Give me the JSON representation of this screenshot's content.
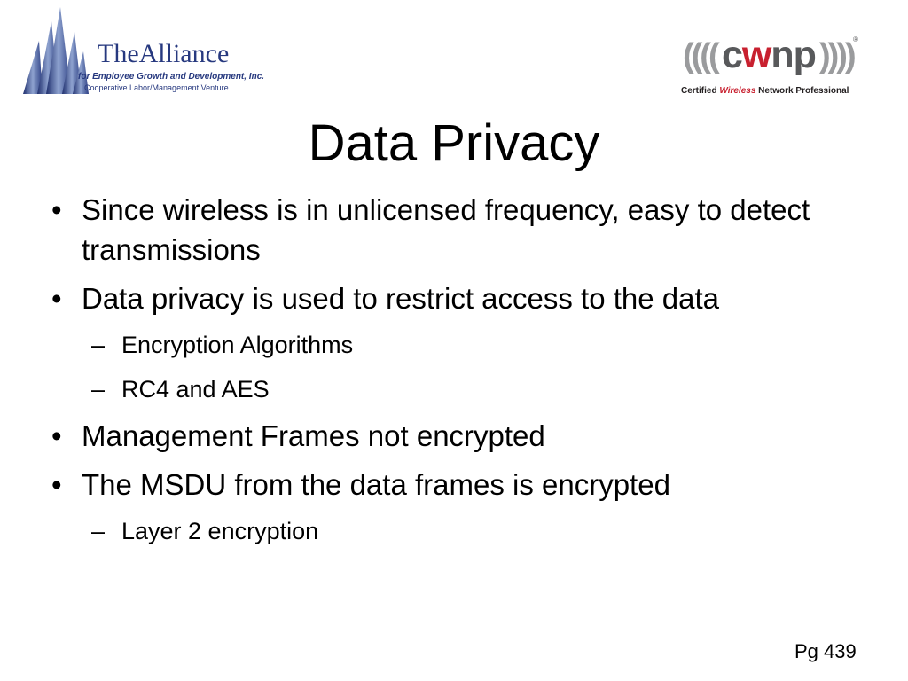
{
  "slide": {
    "title": "Data Privacy",
    "page_number": "Pg 439"
  },
  "logos": {
    "left": {
      "name": "TheAlliance",
      "subtitle1": "for Employee Growth and Development, Inc.",
      "subtitle2": "Cooperative Labor/Management Venture",
      "color": "#27397f",
      "icon": "tower-icon"
    },
    "right": {
      "prefix": "c",
      "accent": "w",
      "suffix": "np",
      "waves_left": "((((",
      "waves_right": "))))",
      "registered": "®",
      "tagline_pre": "Certified ",
      "tagline_accent": "Wireless",
      "tagline_post": " Network Professional",
      "accent_color": "#c8202f",
      "text_color": "#58595b"
    }
  },
  "bullets": [
    {
      "level": 1,
      "marker": "•",
      "text": "Since wireless is in unlicensed frequency, easy to detect transmissions"
    },
    {
      "level": 1,
      "marker": "•",
      "text": "Data privacy is used to restrict access to the data"
    },
    {
      "level": 2,
      "marker": "–",
      "text": "Encryption Algorithms"
    },
    {
      "level": 2,
      "marker": "–",
      "text": "RC4 and AES"
    },
    {
      "level": 1,
      "marker": "•",
      "text": "Management Frames not encrypted"
    },
    {
      "level": 1,
      "marker": "•",
      "text": "The MSDU from the data frames is encrypted"
    },
    {
      "level": 2,
      "marker": "–",
      "text": "Layer 2 encryption"
    }
  ]
}
